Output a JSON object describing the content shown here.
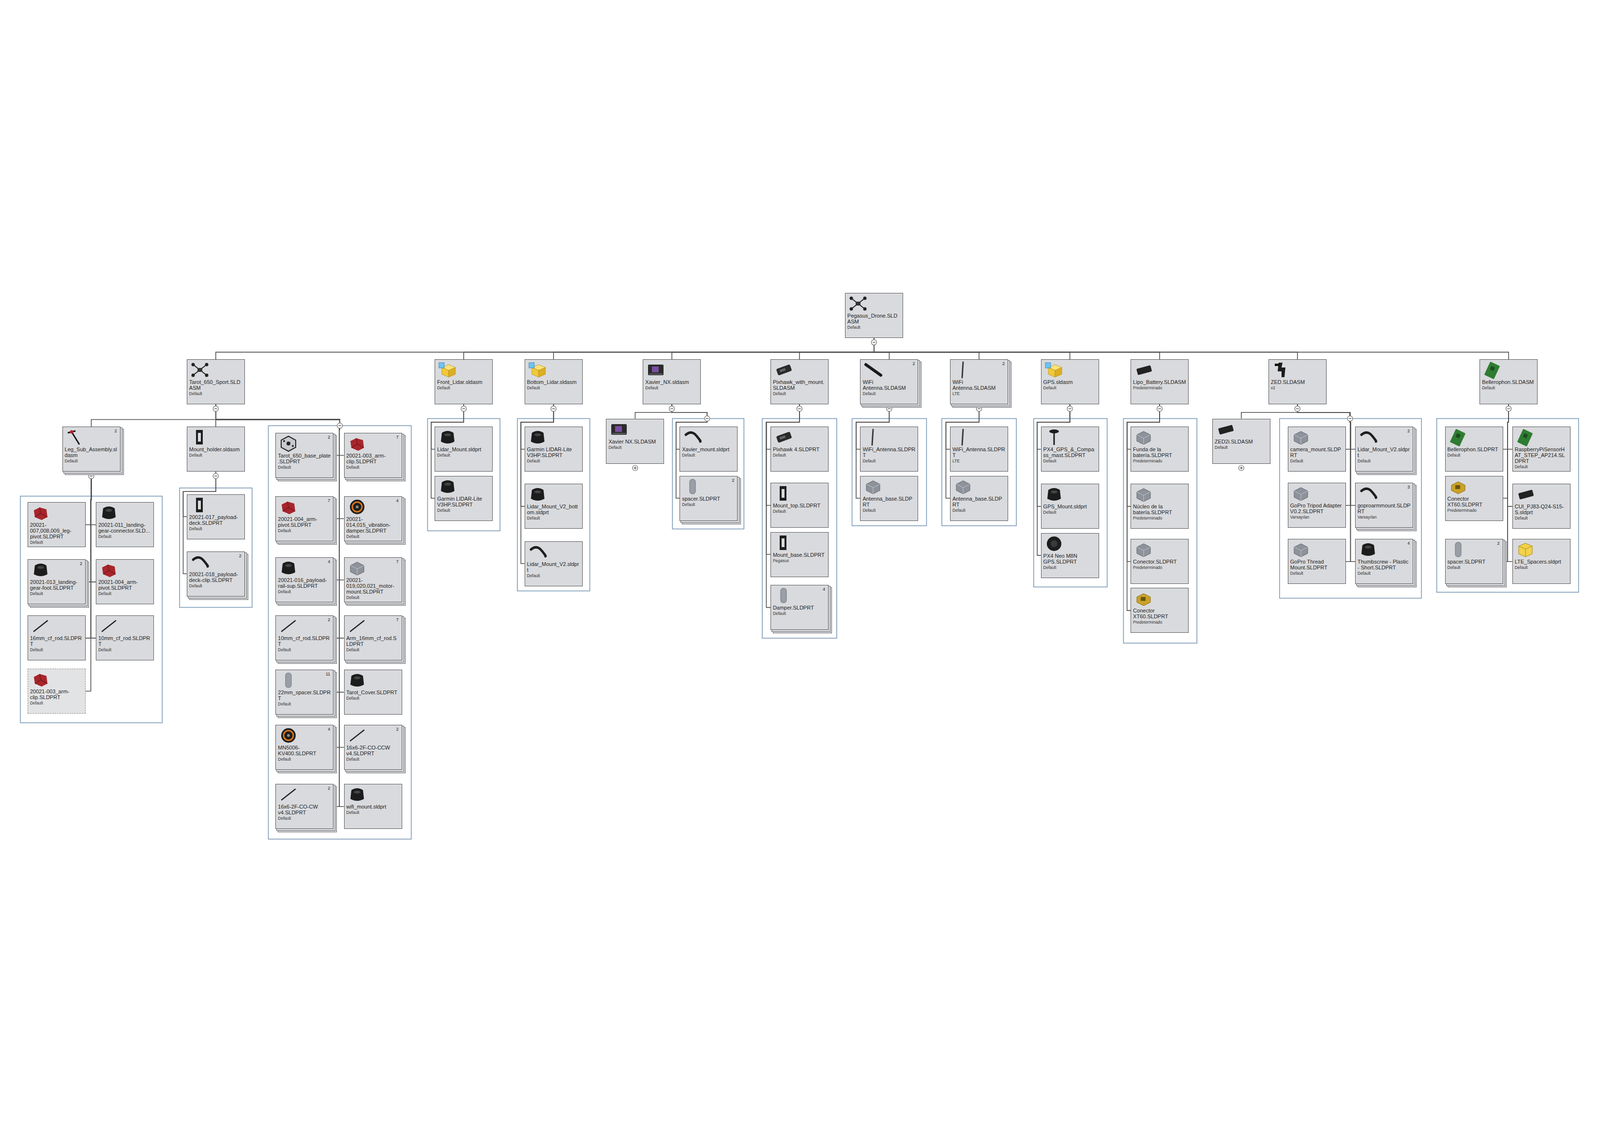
{
  "diagram": {
    "nodes": [
      {
        "text": [
          "Pegasus_Drone.SLDASM",
          "Default"
        ]
      },
      {
        "text": [
          "Tarot_650_Sport.SLDASM",
          "Default"
        ]
      },
      {
        "text": [
          "Front_Lidar.sldasm",
          "Default"
        ]
      },
      {
        "text": [
          "Bottom_Lidar.sldasm",
          "Default"
        ]
      },
      {
        "text": [
          "Xavier_NX.sldasm",
          "Default"
        ]
      },
      {
        "text": [
          "Pixhawk_with_mount.SLDASM",
          "Default"
        ]
      },
      {
        "text": [
          "WiFi Antenna.SLDASM",
          "Default",
          "2"
        ]
      },
      {
        "text": [
          "WiFi Antenna.SLDASM",
          "LTE",
          "2"
        ]
      },
      {
        "text": [
          "GPS.sldasm",
          "Default"
        ]
      },
      {
        "text": [
          "Lipo_Battery.SLDASM",
          "Predeterminado"
        ]
      },
      {
        "text": [
          "ZED.SLDASM",
          "v2"
        ]
      },
      {
        "text": [
          "Bellerophon.SLDASM",
          "Default"
        ]
      },
      {
        "text": [
          "Leg_Sub_Assembly.sldasm",
          "Default",
          "2"
        ]
      },
      {
        "text": [
          "Mount_holder.sldasm",
          "Default"
        ]
      },
      {
        "text": [
          "20021-007,008,009_leg-pivot.SLDPRT",
          "Default"
        ]
      },
      {
        "text": [
          "20021-011_landing-gear-connector.SLD...",
          "Default"
        ]
      },
      {
        "text": [
          "20021-013_landing-gear-foot.SLDPRT",
          "Default",
          "2"
        ]
      },
      {
        "text": [
          "20021-004_arm-pivot.SLDPRT",
          "Default"
        ]
      },
      {
        "text": [
          "16mm_cf_rod.SLDPRT",
          "Default"
        ]
      },
      {
        "text": [
          "10mm_cf_rod.SLDPRT",
          "Default"
        ]
      },
      {
        "text": [
          "20021-003_arm-clip.SLDPRT",
          "Default"
        ]
      },
      {
        "text": [
          "20021-017_payload-deck.SLDPRT",
          "Default"
        ]
      },
      {
        "text": [
          "20021-018_payload-deck-clip.SLDPRT",
          "Default",
          "2"
        ]
      },
      {
        "text": [
          "Tarot_650_base_plate.SLDPRT",
          "Default",
          "2"
        ]
      },
      {
        "text": [
          "20021-003_arm-clip.SLDPRT",
          "Default",
          "7"
        ]
      },
      {
        "text": [
          "20021-004_arm-pivot.SLDPRT",
          "Default",
          "7"
        ]
      },
      {
        "text": [
          "20021-014,015_vibration-damper.SLDPRT",
          "Default",
          "4"
        ]
      },
      {
        "text": [
          "20021-016_payload-rail-sup.SLDPRT",
          "Default",
          "4"
        ]
      },
      {
        "text": [
          "20021-019,020,021_motor-mount.SLDPRT",
          "Default",
          "7"
        ]
      },
      {
        "text": [
          "10mm_cf_rod.SLDPRT",
          "Default",
          "2"
        ]
      },
      {
        "text": [
          "Arm_16mm_cf_rod.SLDPRT",
          "Default",
          "7"
        ]
      },
      {
        "text": [
          "22mm_spacer.SLDPRT",
          "Default",
          "11"
        ]
      },
      {
        "text": [
          "Tarot_Cover.SLDPRT",
          "Default"
        ]
      },
      {
        "text": [
          "MN5006-KV400.SLDPRT",
          "Default",
          "4"
        ]
      },
      {
        "text": [
          "16x6-2F-CO-CCW v4.SLDPRT",
          "Default",
          "2"
        ]
      },
      {
        "text": [
          "16x6-2F-CO-CW v4.SLDPRT",
          "Default",
          "2"
        ]
      },
      {
        "text": [
          "wifi_mount.sldprt",
          "Default"
        ]
      },
      {
        "text": [
          "Lidar_Mount.sldprt",
          "Default"
        ]
      },
      {
        "text": [
          "Garmin LIDAR-Lite V3HP.SLDPRT",
          "Default"
        ]
      },
      {
        "text": [
          "Garmin LIDAR-Lite V3HP.SLDPRT",
          "Default"
        ]
      },
      {
        "text": [
          "Lidar_Mount_V2_bottom.sldprt",
          "Default"
        ]
      },
      {
        "text": [
          "Lidar_Mount_V2.sldprt",
          "Default"
        ]
      },
      {
        "text": [
          "Xavier NX.SLDASM",
          "Default"
        ]
      },
      {
        "text": [
          "Xavier_mount.sldprt",
          "Default"
        ]
      },
      {
        "text": [
          "spacer.SLDPRT",
          "Default",
          "2"
        ]
      },
      {
        "text": [
          "Pixhawk 4.SLDPRT",
          "Default"
        ]
      },
      {
        "text": [
          "Mount_top.SLDPRT",
          "Default"
        ]
      },
      {
        "text": [
          "Mount_base.SLDPRT",
          "Pegasus"
        ]
      },
      {
        "text": [
          "Damper.SLDPRT",
          "Default",
          "4"
        ]
      },
      {
        "text": [
          "WiFi_Antenna.SLDPRT",
          "Default"
        ]
      },
      {
        "text": [
          "Antenna_base.SLDPRT",
          "Default"
        ]
      },
      {
        "text": [
          "WiFi_Antenna.SLDPRT",
          "LTE"
        ]
      },
      {
        "text": [
          "Antenna_base.SLDPRT",
          "Default"
        ]
      },
      {
        "text": [
          "PX4_GPS_&_Compass_mast.SLDPRT",
          "Default"
        ]
      },
      {
        "text": [
          "GPS_Mount.sldprt",
          "Default"
        ]
      },
      {
        "text": [
          "PX4 Neo M8N GPS.SLDPRT",
          "Default"
        ]
      },
      {
        "text": [
          "Funda de la batería.SLDPRT",
          "Predeterminado"
        ]
      },
      {
        "text": [
          "Núcleo de la batería.SLDPRT",
          "Predeterminado"
        ]
      },
      {
        "text": [
          "Conector.SLDPRT",
          "Predeterminado"
        ]
      },
      {
        "text": [
          "Conector XT60.SLDPRT",
          "Predeterminado"
        ]
      },
      {
        "text": [
          "ZED2i.SLDASM",
          "Default"
        ]
      },
      {
        "text": [
          "camera_mount.SLDPRT",
          "Default"
        ]
      },
      {
        "text": [
          "Lidar_Mount_V2.sldprt",
          "Default",
          "2"
        ]
      },
      {
        "text": [
          "GoPro Tripod Adapter V0.2.SLDPRT",
          "Varsayılan"
        ]
      },
      {
        "text": [
          "goproarmmount.SLDPRT",
          "Varsayılan",
          "3"
        ]
      },
      {
        "text": [
          "GoPro Thread Mount.SLDPRT",
          "Default"
        ]
      },
      {
        "text": [
          "Thumbscrew - Plastic - Short.SLDPRT",
          "Default",
          "4"
        ]
      },
      {
        "text": [
          "Bellerophon.SLDPRT",
          "Default"
        ]
      },
      {
        "text": [
          "RaspberryPiSensorHAT_STEP_AP214.SLDPRT",
          "Default"
        ]
      },
      {
        "text": [
          "Conector XT60.SLDPRT",
          "Predeterminado"
        ]
      },
      {
        "text": [
          "CUI_PJ83-Q24-S15-S.sldprt",
          "Default"
        ]
      },
      {
        "text": [
          "spacer.SLDPRT",
          "Default",
          "2"
        ]
      },
      {
        "text": [
          "LTE_Spacers.sldprt",
          "Default"
        ]
      }
    ],
    "edges": [
      {
        "from": 0,
        "to": 1,
        "arrow": "none"
      },
      {
        "from": 0,
        "to": 2,
        "arrow": "none"
      },
      {
        "from": 0,
        "to": 3,
        "arrow": "none"
      },
      {
        "from": 0,
        "to": 4,
        "arrow": "none"
      },
      {
        "from": 0,
        "to": 5,
        "arrow": "none"
      },
      {
        "from": 0,
        "to": 6,
        "arrow": "none"
      },
      {
        "from": 0,
        "to": 7,
        "arrow": "none"
      },
      {
        "from": 0,
        "to": 8,
        "arrow": "none"
      },
      {
        "from": 0,
        "to": 9,
        "arrow": "none"
      },
      {
        "from": 0,
        "to": 10,
        "arrow": "none"
      },
      {
        "from": 0,
        "to": 11,
        "arrow": "none"
      },
      {
        "from": 1,
        "to": 12,
        "arrow": "none"
      },
      {
        "from": 1,
        "to": 13,
        "arrow": "none"
      },
      {
        "from": 12,
        "to": 14,
        "arrow": "none"
      },
      {
        "from": 12,
        "to": 15,
        "arrow": "none"
      },
      {
        "from": 12,
        "to": 16,
        "arrow": "none"
      },
      {
        "from": 12,
        "to": 17,
        "arrow": "none"
      },
      {
        "from": 12,
        "to": 18,
        "arrow": "none"
      },
      {
        "from": 12,
        "to": 19,
        "arrow": "none"
      },
      {
        "from": 12,
        "to": 20,
        "arrow": "none"
      },
      {
        "from": 13,
        "to": 21,
        "arrow": "none"
      },
      {
        "from": 13,
        "to": 22,
        "arrow": "none"
      },
      {
        "from": 1,
        "to": 23,
        "arrow": "none"
      },
      {
        "from": 1,
        "to": 24,
        "arrow": "none"
      },
      {
        "from": 1,
        "to": 25,
        "arrow": "none"
      },
      {
        "from": 1,
        "to": 26,
        "arrow": "none"
      },
      {
        "from": 1,
        "to": 27,
        "arrow": "none"
      },
      {
        "from": 1,
        "to": 28,
        "arrow": "none"
      },
      {
        "from": 1,
        "to": 29,
        "arrow": "none"
      },
      {
        "from": 1,
        "to": 30,
        "arrow": "none"
      },
      {
        "from": 1,
        "to": 31,
        "arrow": "none"
      },
      {
        "from": 1,
        "to": 32,
        "arrow": "none"
      },
      {
        "from": 1,
        "to": 33,
        "arrow": "none"
      },
      {
        "from": 1,
        "to": 34,
        "arrow": "none"
      },
      {
        "from": 1,
        "to": 35,
        "arrow": "none"
      },
      {
        "from": 1,
        "to": 36,
        "arrow": "none"
      },
      {
        "from": 2,
        "to": 37,
        "arrow": "none"
      },
      {
        "from": 2,
        "to": 38,
        "arrow": "none"
      },
      {
        "from": 3,
        "to": 39,
        "arrow": "none"
      },
      {
        "from": 3,
        "to": 40,
        "arrow": "none"
      },
      {
        "from": 3,
        "to": 41,
        "arrow": "none"
      },
      {
        "from": 4,
        "to": 42,
        "arrow": "none"
      },
      {
        "from": 4,
        "to": 43,
        "arrow": "none"
      },
      {
        "from": 4,
        "to": 44,
        "arrow": "none"
      },
      {
        "from": 5,
        "to": 45,
        "arrow": "none"
      },
      {
        "from": 5,
        "to": 46,
        "arrow": "none"
      },
      {
        "from": 5,
        "to": 47,
        "arrow": "none"
      },
      {
        "from": 5,
        "to": 48,
        "arrow": "none"
      },
      {
        "from": 6,
        "to": 49,
        "arrow": "none"
      },
      {
        "from": 6,
        "to": 50,
        "arrow": "none"
      },
      {
        "from": 7,
        "to": 51,
        "arrow": "none"
      },
      {
        "from": 7,
        "to": 52,
        "arrow": "none"
      },
      {
        "from": 8,
        "to": 53,
        "arrow": "none"
      },
      {
        "from": 8,
        "to": 54,
        "arrow": "none"
      },
      {
        "from": 8,
        "to": 55,
        "arrow": "none"
      },
      {
        "from": 9,
        "to": 56,
        "arrow": "none"
      },
      {
        "from": 9,
        "to": 57,
        "arrow": "none"
      },
      {
        "from": 9,
        "to": 58,
        "arrow": "none"
      },
      {
        "from": 9,
        "to": 59,
        "arrow": "none"
      },
      {
        "from": 10,
        "to": 60,
        "arrow": "none"
      },
      {
        "from": 10,
        "to": 61,
        "arrow": "none"
      },
      {
        "from": 10,
        "to": 62,
        "arrow": "none"
      },
      {
        "from": 10,
        "to": 63,
        "arrow": "none"
      },
      {
        "from": 10,
        "to": 64,
        "arrow": "none"
      },
      {
        "from": 10,
        "to": 65,
        "arrow": "none"
      },
      {
        "from": 10,
        "to": 66,
        "arrow": "none"
      },
      {
        "from": 11,
        "to": 67,
        "arrow": "none"
      },
      {
        "from": 11,
        "to": 68,
        "arrow": "none"
      },
      {
        "from": 11,
        "to": 69,
        "arrow": "none"
      },
      {
        "from": 11,
        "to": 70,
        "arrow": "none"
      },
      {
        "from": 11,
        "to": 71,
        "arrow": "none"
      },
      {
        "from": 11,
        "to": 72,
        "arrow": "none"
      }
    ]
  }
}
